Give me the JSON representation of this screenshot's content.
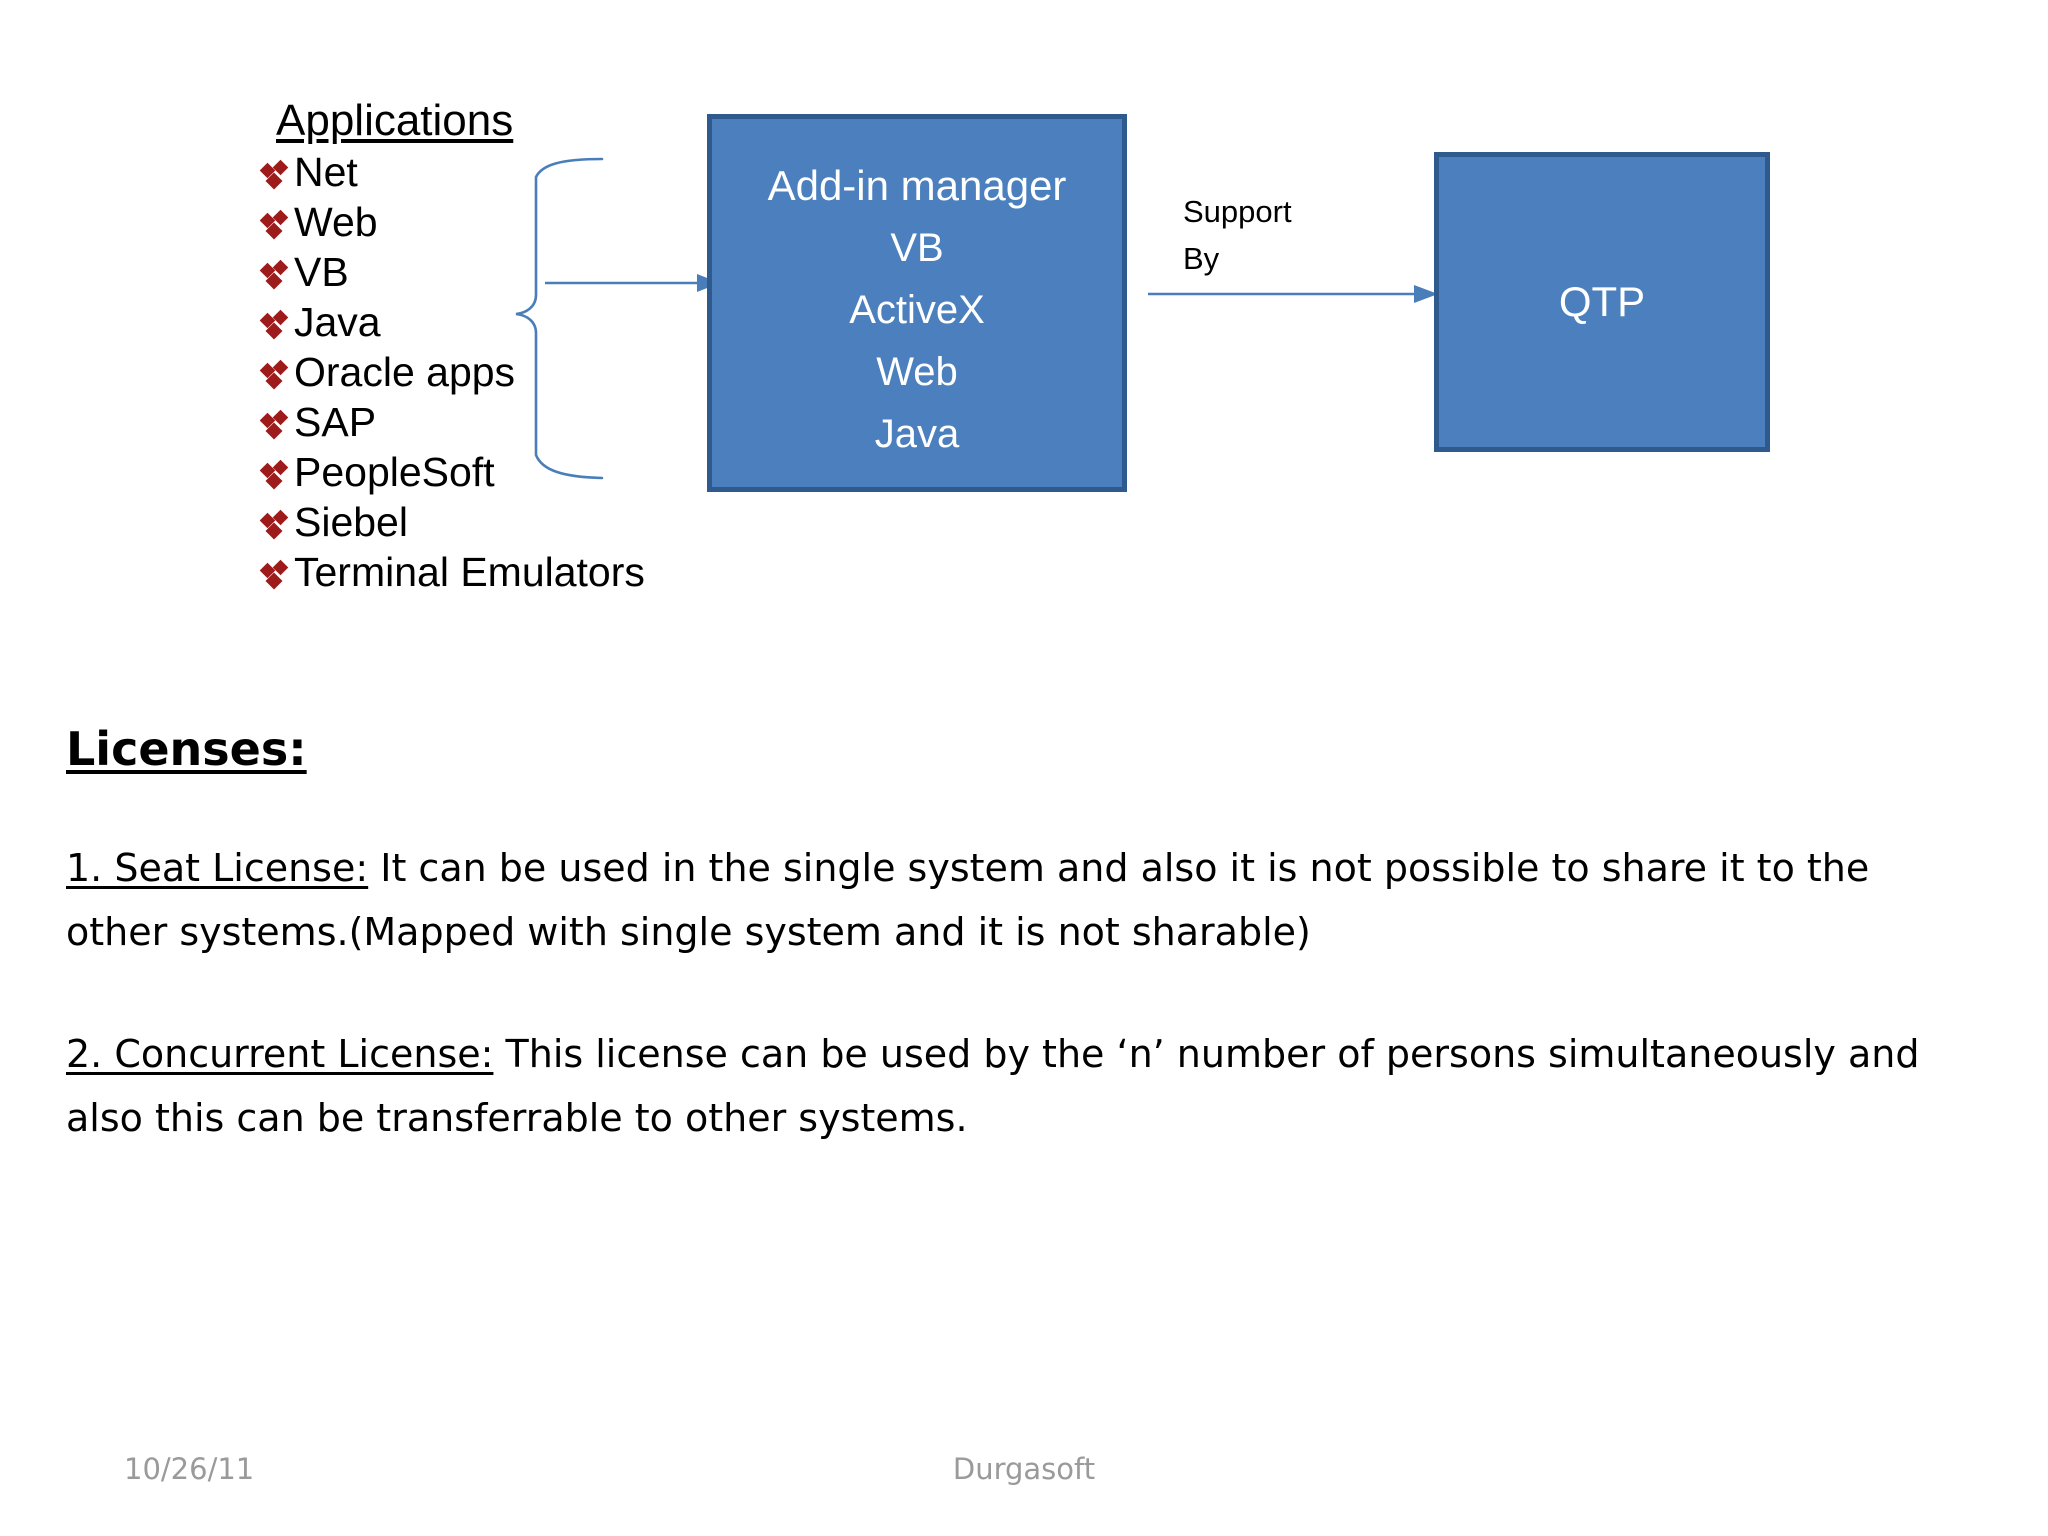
{
  "slide": {
    "background_color": "#ffffff",
    "accent_box_fill": "#4B7FBD",
    "accent_box_border": "#2E5A8E",
    "bullet_color": "#9E1B1B",
    "connector_color": "#4A7EBB",
    "footer_text_color": "#9A9A9A"
  },
  "applications": {
    "title": "Applications",
    "items": [
      {
        "label": "Net"
      },
      {
        "label": "Web"
      },
      {
        "label": "VB"
      },
      {
        "label": "Java"
      },
      {
        "label": "Oracle apps"
      },
      {
        "label": "SAP"
      },
      {
        "label": "PeopleSoft"
      },
      {
        "label": "Siebel"
      },
      {
        "label": "Terminal Emulators"
      }
    ]
  },
  "addin_box": {
    "title": "Add-in manager",
    "lines": [
      "VB",
      "ActiveX",
      "Web",
      "Java"
    ]
  },
  "support": {
    "label": "Support\nBy"
  },
  "qtp_box": {
    "label": "QTP"
  },
  "licenses": {
    "heading": "Licenses:",
    "items": [
      {
        "lead": "1. Seat License:",
        "body": " It can be used in the single system and also it is not possible to share it to the other systems.(Mapped with single system and  it is not sharable)"
      },
      {
        "lead": "2. Concurrent License:",
        "body": " This license can be used by the ‘n’ number of persons simultaneously and also this can be transferrable to other systems."
      }
    ]
  },
  "footer": {
    "date": "10/26/11",
    "brand": "Durgasoft"
  }
}
